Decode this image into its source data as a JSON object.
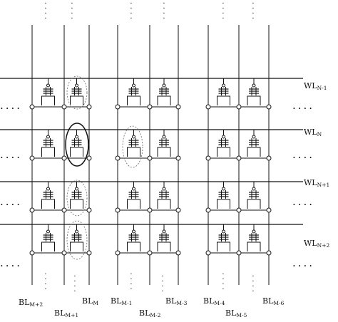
{
  "figure": {
    "word_lines": [
      {
        "base": "WL",
        "sub": "N-1"
      },
      {
        "base": "WL",
        "sub": "N"
      },
      {
        "base": "WL",
        "sub": "N+1"
      },
      {
        "base": "WL",
        "sub": "N+2"
      }
    ],
    "bit_lines": [
      {
        "base": "BL",
        "sub": "M+2"
      },
      {
        "base": "BL",
        "sub": "M+1"
      },
      {
        "base": "BL",
        "sub": "M"
      },
      {
        "base": "BL",
        "sub": "M-1"
      },
      {
        "base": "BL",
        "sub": "M-2"
      },
      {
        "base": "BL",
        "sub": "M-3"
      },
      {
        "base": "BL",
        "sub": "M-4"
      },
      {
        "base": "BL",
        "sub": "M-5"
      },
      {
        "base": "BL",
        "sub": "M-6"
      }
    ],
    "ellipsis": "...."
  }
}
